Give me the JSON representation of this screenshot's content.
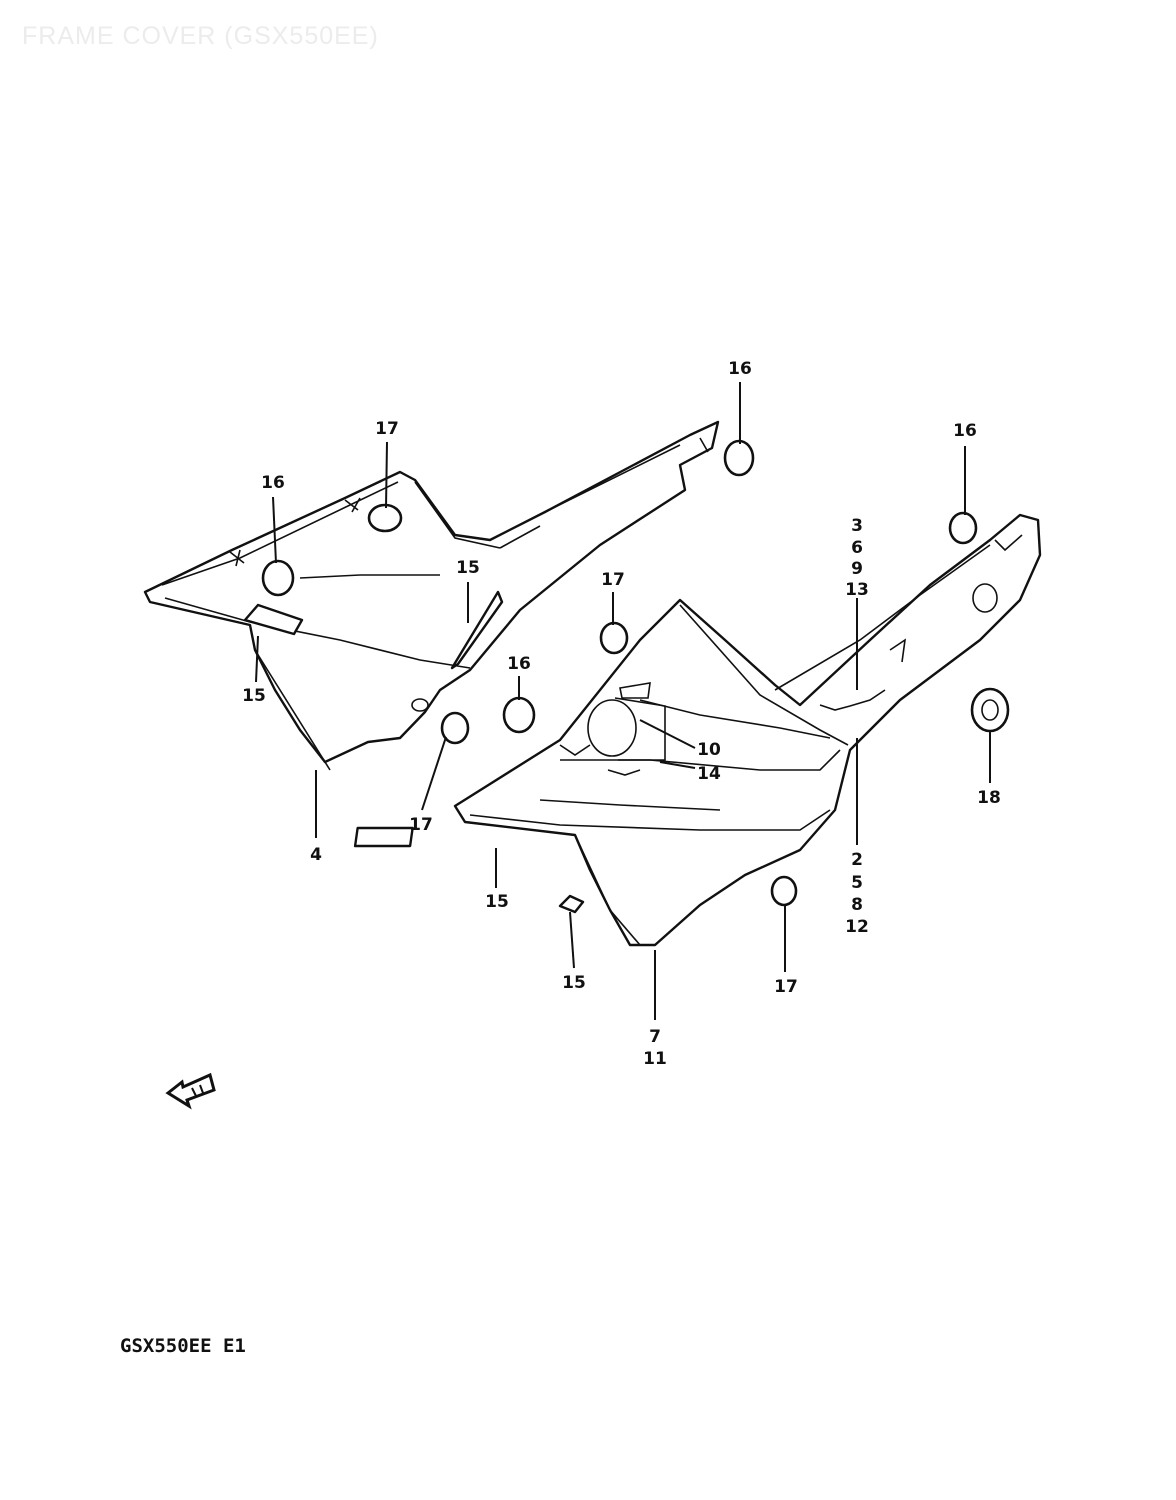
{
  "title": "FRAME COVER (GSX550EE)",
  "model_code": "GSX550EE E1",
  "callouts": {
    "c16_top": "16",
    "c17_left": "17",
    "c16_left": "16",
    "c15_left_mid": "15",
    "c15_left_low": "15",
    "c4": "4",
    "c17_mid": "17",
    "c16_mid": "16",
    "c17_center": "17",
    "c16_right": "16",
    "c10": "10",
    "c14": "14",
    "c18": "18",
    "c15_center": "15",
    "c15_bottom": "15",
    "c17_bottom": "17",
    "upper_group": [
      "3",
      "6",
      "9",
      "13"
    ],
    "lower_group": [
      "2",
      "5",
      "8",
      "12"
    ],
    "bottom_group": [
      "7",
      "11"
    ]
  }
}
